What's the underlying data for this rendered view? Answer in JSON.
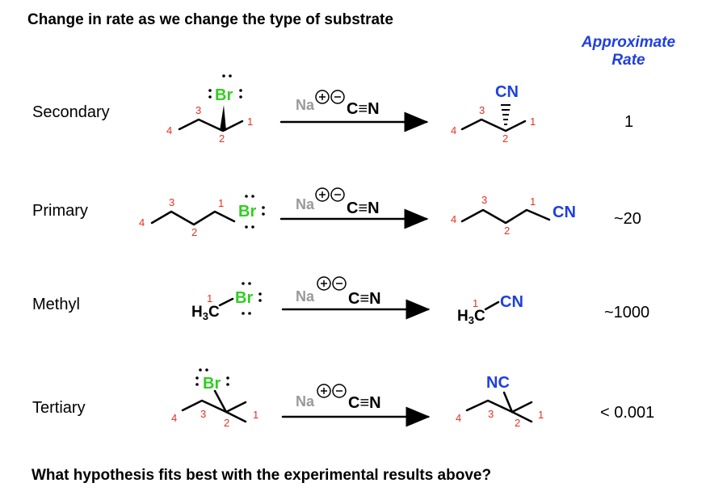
{
  "title": "Change in rate as we change the type of substrate",
  "rate_header": {
    "line1": "Approximate",
    "line2": "Rate"
  },
  "question": "What hypothesis fits best with the experimental results above?",
  "reagent": {
    "cation": "Na",
    "anion": "C≡N"
  },
  "rows": [
    {
      "label": "Secondary",
      "rate": "1",
      "leaving_group": "Br",
      "product_group": "CN",
      "carbon_numbers": [
        "4",
        "3",
        "2",
        "1"
      ]
    },
    {
      "label": "Primary",
      "rate": "~20",
      "leaving_group": "Br",
      "product_group": "CN",
      "carbon_numbers": [
        "4",
        "3",
        "2",
        "1"
      ]
    },
    {
      "label": "Methyl",
      "rate": "~1000",
      "leaving_group": "Br",
      "product_group": "CN",
      "carbon_numbers": [
        "1"
      ],
      "methyl": "H3C"
    },
    {
      "label": "Tertiary",
      "rate": "< 0.001",
      "leaving_group": "Br",
      "product_group": "NC",
      "carbon_numbers": [
        "4",
        "3",
        "2",
        "1"
      ]
    }
  ],
  "colors": {
    "carbon_numbers": "#e83020",
    "bromine": "#33cc22",
    "nitrile": "#1f3fe0",
    "sodium": "#999999",
    "rate_header": "#1f3fe0"
  }
}
